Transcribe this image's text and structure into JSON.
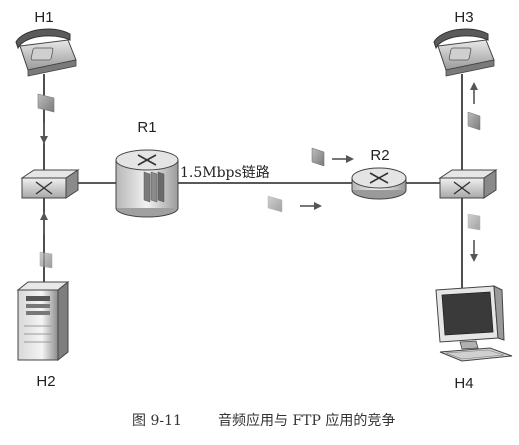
{
  "nodes": {
    "h1": "H1",
    "h2": "H2",
    "h3": "H3",
    "h4": "H4",
    "r1": "R1",
    "r2": "R2"
  },
  "link": {
    "label": "1.5Mbps链路"
  },
  "caption": {
    "figure_number": "图 9-11",
    "title": "音频应用与 FTP 应用的竞争"
  },
  "icons": {
    "host_h1": "telephone-icon",
    "host_h2": "server-tower-icon",
    "host_h3": "telephone-icon",
    "host_h4": "desktop-monitor-icon",
    "switch": "switch-icon",
    "router": "router-icon"
  },
  "colors": {
    "line": "#222222",
    "packet": "#9a9a9a",
    "arrow": "#555555"
  }
}
